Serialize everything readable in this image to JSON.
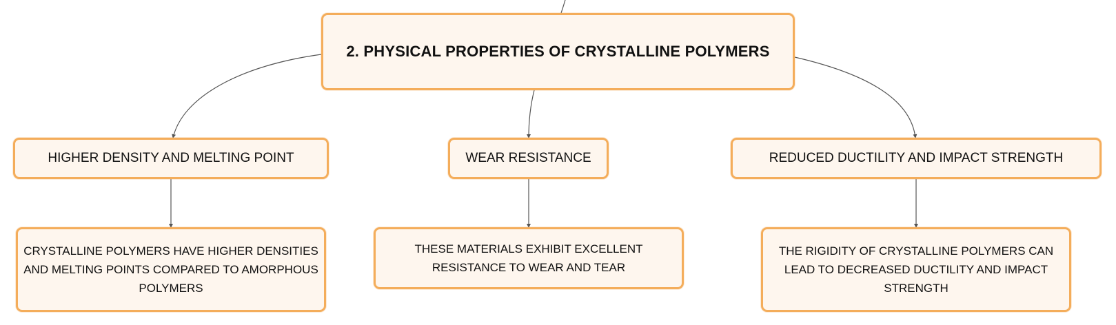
{
  "root": {
    "label": "2. PHYSICAL PROPERTIES OF CRYSTALLINE POLYMERS"
  },
  "branches": [
    {
      "label": "HIGHER DENSITY AND MELTING POINT",
      "detail": "CRYSTALLINE POLYMERS HAVE HIGHER DENSITIES AND MELTING POINTS COMPARED TO AMORPHOUS POLYMERS"
    },
    {
      "label": "WEAR RESISTANCE",
      "detail": "THESE MATERIALS EXHIBIT EXCELLENT RESISTANCE TO WEAR AND TEAR"
    },
    {
      "label": "REDUCED DUCTILITY AND IMPACT STRENGTH",
      "detail": "THE RIGIDITY OF CRYSTALLINE POLYMERS CAN LEAD TO DECREASED DUCTILITY AND IMPACT STRENGTH"
    }
  ],
  "colors": {
    "node_fill": "#fef6ee",
    "node_border": "#f4ad5b",
    "connector": "#555555",
    "text": "#111111"
  }
}
